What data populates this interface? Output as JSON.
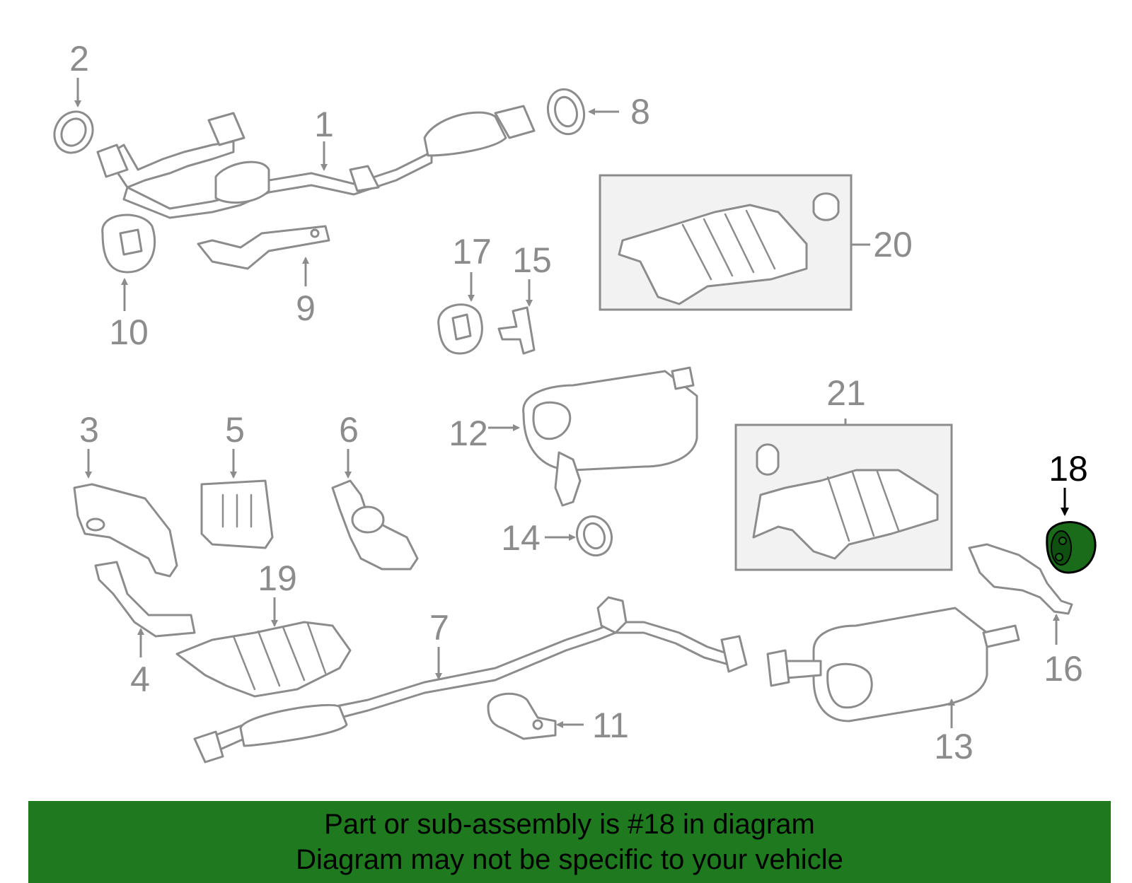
{
  "callouts": {
    "c1": "1",
    "c2": "2",
    "c3": "3",
    "c4": "4",
    "c5": "5",
    "c6": "6",
    "c7": "7",
    "c8": "8",
    "c9": "9",
    "c10": "10",
    "c11": "11",
    "c12": "12",
    "c13": "13",
    "c14": "14",
    "c15": "15",
    "c16": "16",
    "c17": "17",
    "c18": "18",
    "c19": "19",
    "c20": "20",
    "c21": "21"
  },
  "highlighted_part": "18",
  "colors": {
    "line": "#8c8c8c",
    "highlight_fill": "#1a6b1a",
    "banner_bg": "#1f7a1f",
    "box_fill": "#f2f2f2"
  },
  "banner": {
    "line1": "Part or sub-assembly is #18 in diagram",
    "line2": "Diagram may not be specific to your vehicle"
  }
}
